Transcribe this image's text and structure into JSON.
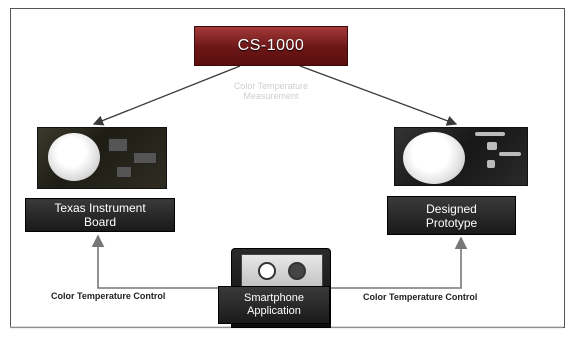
{
  "diagram": {
    "top_node": "CS-1000",
    "measurement_caption_line1": "Color Temperature",
    "measurement_caption_line2": "Measurement",
    "left_node_line1": "Texas Instrument",
    "left_node_line2": "Board",
    "right_node_line1": "Designed",
    "right_node_line2": "Prototype",
    "bottom_node_line1": "Smartphone",
    "bottom_node_line2": "Application",
    "left_edge_label": "Color Temperature Control",
    "right_edge_label": "Color Temperature Control"
  },
  "colors": {
    "top_node": "#6b1616",
    "dark_nodes": "#1a1a1a",
    "arrows": "#3a3a3a",
    "control_arrows": "#777777"
  }
}
